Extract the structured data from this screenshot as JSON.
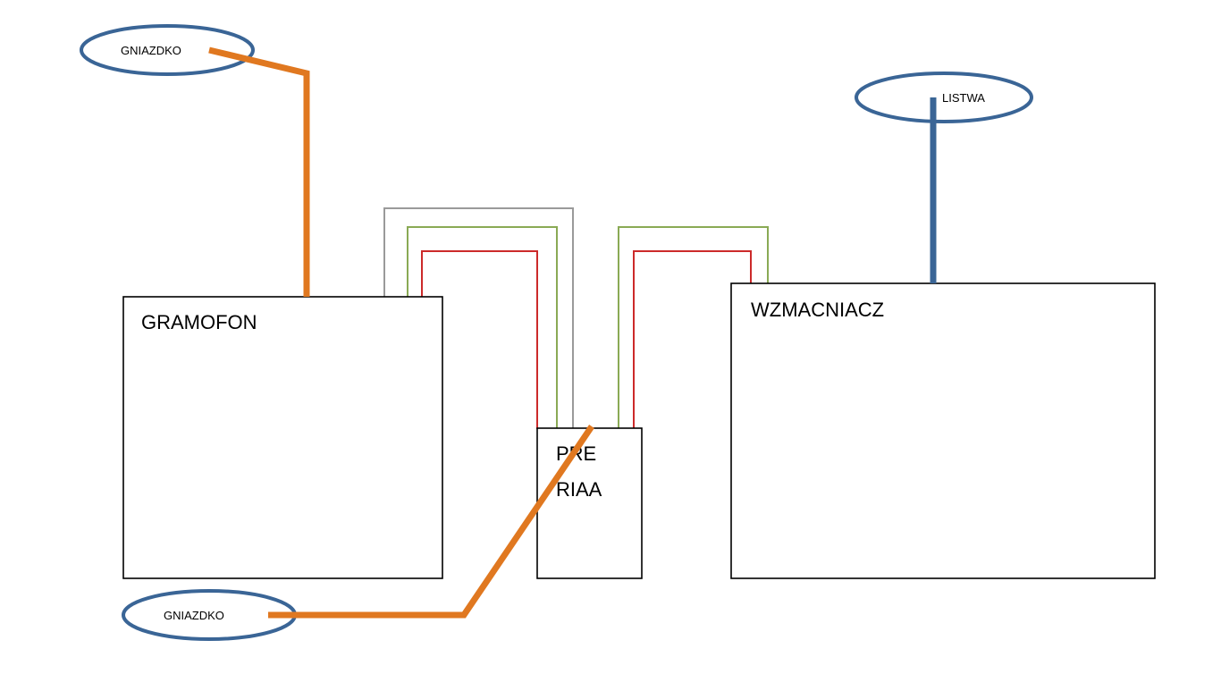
{
  "colors": {
    "power_cable": "#e07820",
    "power_strip_cable": "#3a6596",
    "outlet_outline": "#3a6596",
    "wire_gray": "#9a9a9a",
    "wire_green": "#8aaa55",
    "wire_red": "#cc2a2a",
    "box_border": "#000000"
  },
  "devices": {
    "turntable": {
      "label": "GRAMOFON"
    },
    "preamp": {
      "label_line1": "PRE",
      "label_line2": "RIAA"
    },
    "amplifier": {
      "label": "WZMACNIACZ"
    }
  },
  "outlets": {
    "top_left": {
      "label": "GNIAZDKO"
    },
    "bottom_left": {
      "label": "GNIAZDKO"
    },
    "power_strip": {
      "label": "LISTWA"
    }
  },
  "connections": [
    {
      "from": "turntable",
      "to": "preamp",
      "wires": [
        "gray",
        "green",
        "red"
      ]
    },
    {
      "from": "preamp",
      "to": "amplifier",
      "wires": [
        "green",
        "red"
      ]
    },
    {
      "from": "outlets.top_left",
      "to": "turntable",
      "type": "power"
    },
    {
      "from": "outlets.bottom_left",
      "to": "preamp",
      "type": "power"
    },
    {
      "from": "outlets.power_strip",
      "to": "amplifier",
      "type": "power"
    }
  ]
}
